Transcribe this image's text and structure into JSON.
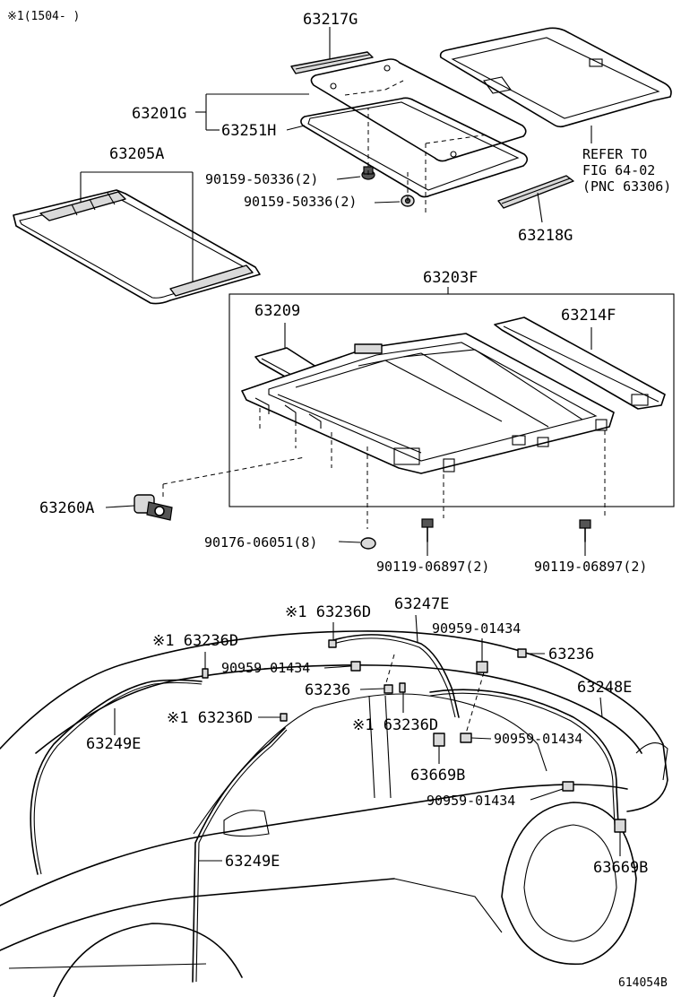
{
  "header_note": "※1(1504-      )",
  "figure_id": "614054B",
  "refer_note": [
    "REFER TO",
    "FIG 64-02",
    "(PNC 63306)"
  ],
  "labels": {
    "p63217G": "63217G",
    "p63201G": "63201G",
    "p63251H": "63251H",
    "p63205A": "63205A",
    "b90159_a": "90159-50336(2)",
    "b90159_b": "90159-50336(2)",
    "p63218G": "63218G",
    "p63203F": "63203F",
    "p63209": "63209",
    "p63214F": "63214F",
    "p63260A": "63260A",
    "b90176": "90176-06051(8)",
    "b90119_a": "90119-06897(2)",
    "b90119_b": "90119-06897(2)",
    "p63236D_a": "※1 63236D",
    "p63247E": "63247E",
    "c90959_a": "90959-01434",
    "p63236D_b": "※1 63236D",
    "p63236_a": "63236",
    "c90959_b": "90959-01434",
    "p63248E": "63248E",
    "p63236_b": "63236",
    "p63249E_a": "63249E",
    "p63236D_c": "※1 63236D",
    "p63236D_d": "※1 63236D",
    "c90959_c": "90959-01434",
    "p63669B_a": "63669B",
    "c90959_d": "90959-01434",
    "p63249E_b": "63249E",
    "p63669B_b": "63669B"
  }
}
